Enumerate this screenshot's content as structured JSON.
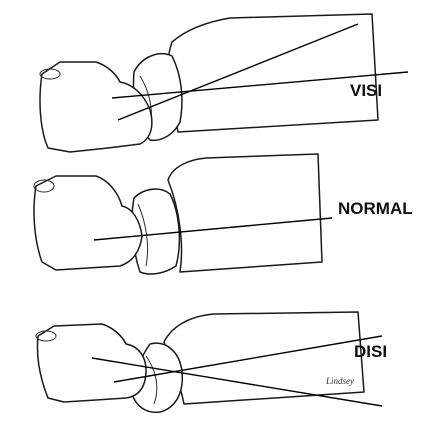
{
  "labels": {
    "visi": "VISI",
    "normal": "NORMAL",
    "disi": "DISI"
  },
  "signature": "Lindsey"
}
